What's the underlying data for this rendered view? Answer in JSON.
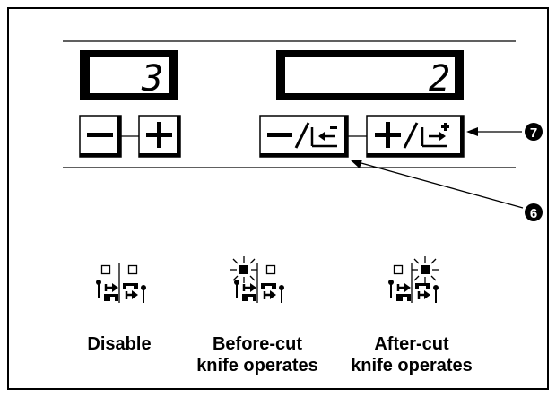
{
  "panel": {
    "left_display": {
      "value": "3"
    },
    "right_display": {
      "value": "2"
    },
    "left_minus_label": "−",
    "left_plus_label": "+",
    "right_minus_label": "−/",
    "right_plus_label": "+/",
    "callout_6": "❻",
    "callout_7": "❼"
  },
  "modes": [
    {
      "line1": "Disable",
      "line2": "",
      "lit": "none"
    },
    {
      "line1": "Before-cut",
      "line2": "knife operates",
      "lit": "left"
    },
    {
      "line1": "After-cut",
      "line2": "knife operates",
      "lit": "right"
    }
  ]
}
